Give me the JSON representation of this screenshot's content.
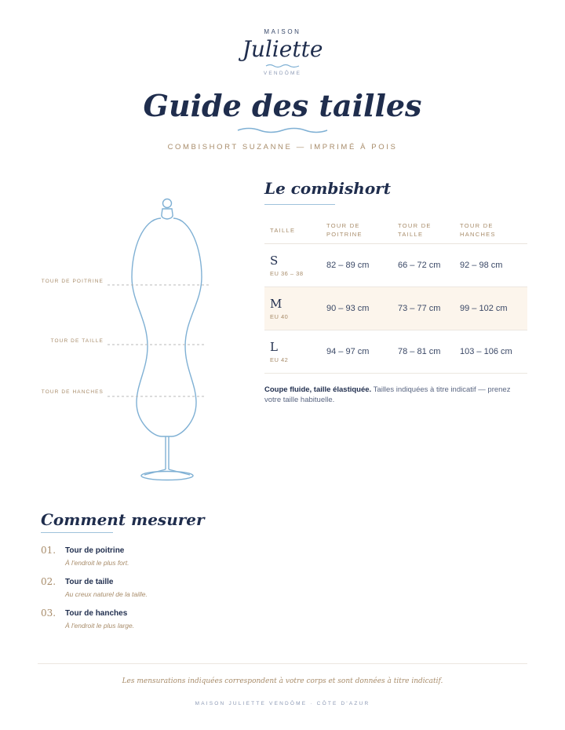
{
  "brand": {
    "top": "MAISON",
    "name": "Juliette",
    "bottom": "VENDÔME"
  },
  "title": "Guide des tailles",
  "subtitle": "COMBISHORT SUZANNE — IMPRIMÉ À POIS",
  "mannequin": {
    "labels": {
      "chest": "TOUR DE POITRINE",
      "waist": "TOUR DE TAILLE",
      "hips": "TOUR DE HANCHES"
    }
  },
  "size_table": {
    "title": "Le combishort",
    "headers": {
      "size": "TAILLE",
      "chest_1": "TOUR DE",
      "chest_2": "POITRINE",
      "waist_1": "TOUR DE",
      "waist_2": "TAILLE",
      "hips_1": "TOUR DE",
      "hips_2": "HANCHES"
    },
    "rows": [
      {
        "size": "S",
        "eu": "EU 36 – 38",
        "chest": "82 – 89 cm",
        "waist": "66 – 72 cm",
        "hips": "92 – 98 cm"
      },
      {
        "size": "M",
        "eu": "EU 40",
        "chest": "90 – 93 cm",
        "waist": "73 – 77 cm",
        "hips": "99 – 102 cm"
      },
      {
        "size": "L",
        "eu": "EU 42",
        "chest": "94 – 97 cm",
        "waist": "78 – 81 cm",
        "hips": "103 – 106 cm"
      }
    ],
    "note_bold": "Coupe fluide, taille élastiquée.",
    "note_text": " Tailles indiquées à titre indicatif — prenez votre taille habituelle."
  },
  "how_to": {
    "title": "Comment mesurer",
    "steps": [
      {
        "num": "01.",
        "name": "Tour de poitrine",
        "desc": "À l'endroit le plus fort."
      },
      {
        "num": "02.",
        "name": "Tour de taille",
        "desc": "Au creux naturel de la taille."
      },
      {
        "num": "03.",
        "name": "Tour de hanches",
        "desc": "À l'endroit le plus large."
      }
    ]
  },
  "footer": {
    "note": "Les mensurations indiquées correspondent à votre corps et sont données à titre indicatif.",
    "brand": "MAISON JULIETTE VENDÔME · CÔTE D'AZUR"
  },
  "colors": {
    "navy": "#1f2d4d",
    "gold": "#a88c6a",
    "light_blue": "#7fb0d4",
    "highlight": "#fcf5ec"
  }
}
